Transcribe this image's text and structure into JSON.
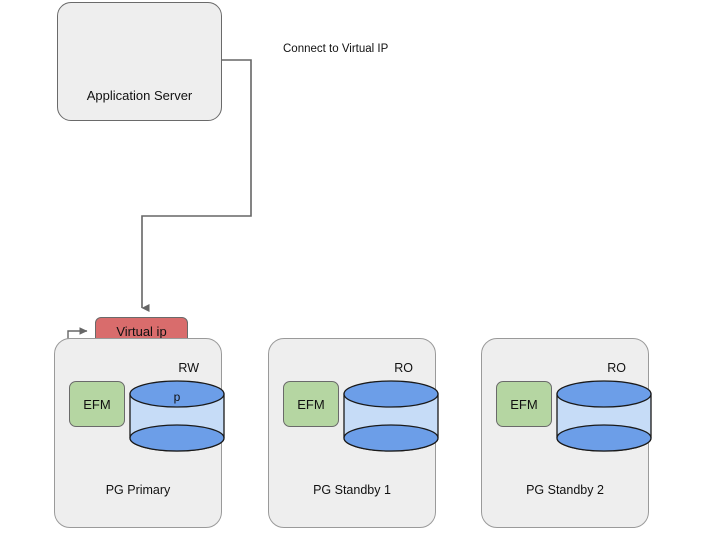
{
  "diagram": {
    "title_caption": "Connect to Virtual IP",
    "colors": {
      "node_fill": "#eeeeee",
      "node_stroke": "#6a6a6a",
      "container_stroke": "#9a9a9a",
      "vip_fill": "#d96c6c",
      "efm_fill": "#b5d6a2",
      "cylinder_top_fill": "#6c9ee8",
      "cylinder_body_fill": "#c6dcf7",
      "connector_stroke": "#666666",
      "text": "#111111"
    },
    "app_server": {
      "label": "Application Server"
    },
    "virtual_ip": {
      "label": "Virtual ip"
    },
    "nodes": [
      {
        "id": "pg-primary",
        "title": "PG Primary",
        "mode": "RW",
        "efm_label": "EFM",
        "db_label": "p"
      },
      {
        "id": "pg-standby-1",
        "title": "PG Standby 1",
        "mode": "RO",
        "efm_label": "EFM",
        "db_label": ""
      },
      {
        "id": "pg-standby-2",
        "title": "PG Standby 2",
        "mode": "RO",
        "efm_label": "EFM",
        "db_label": ""
      }
    ],
    "connectors": [
      {
        "id": "app-to-vip",
        "from": "Application Server",
        "to": "Virtual ip",
        "label": "Connect to Virtual IP"
      },
      {
        "id": "efm-to-vip",
        "from": "EFM",
        "to": "Virtual ip",
        "label": ""
      }
    ]
  }
}
